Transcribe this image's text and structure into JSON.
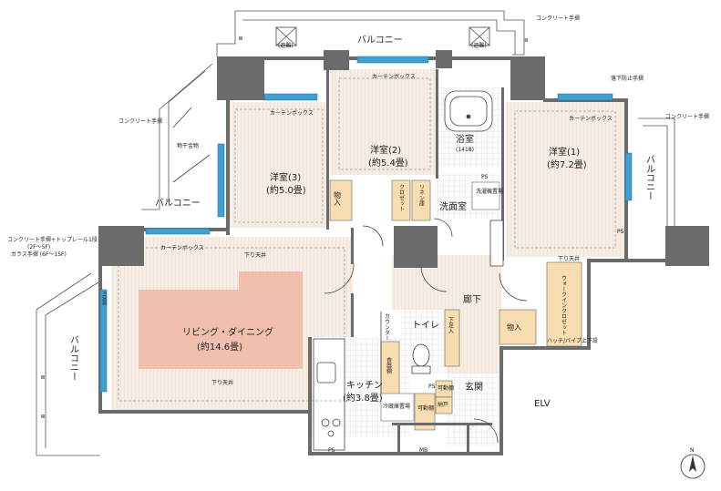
{
  "labels": {
    "balcony_top": "バルコニー",
    "balcony_left": "バルコニー",
    "balcony_right": "バルコニー",
    "balcony_west": "バルコニー",
    "room3_name": "洋室(3)",
    "room3_size": "(約5.0畳)",
    "room2_name": "洋室(2)",
    "room2_size": "(約5.4畳)",
    "room1_name": "洋室(1)",
    "room1_size": "(約7.2畳)",
    "bath_name": "浴室",
    "bath_size": "(1418)",
    "living_name": "リビング・ダイニング",
    "living_size": "(約14.6畳)",
    "kitchen_name": "キッチン",
    "kitchen_size": "(約3.8畳)",
    "washroom": "洗面室",
    "toilet": "トイレ",
    "corridor": "廊下",
    "entrance": "玄関",
    "elv": "ELV",
    "closet": "クロゼット",
    "linen": "リネン庫",
    "storage1": "物入",
    "storage2": "物入",
    "walkin": "ウォークインクロゼット",
    "laundry": "洗濯機置場",
    "counter": "カウンター",
    "pantry": "食器棚",
    "shoe": "下足入",
    "fridge": "冷蔵庫置場",
    "movable1": "可動棚",
    "movable2": "可動棚",
    "nato": "納戸",
    "ps1": "PS",
    "ps2": "PS",
    "ps3": "PS",
    "ps4": "PS",
    "mb": "MB",
    "fix": "FIX窓",
    "dryer": "物干金物",
    "hatch1": "(避難)",
    "hatch2": "(避難)",
    "conc1": "コンクリート手摺",
    "conc2": "コンクリート手摺",
    "conc3": "コンクリート手摺",
    "conc4a": "コンクリート手摺+トップレール1段",
    "conc4b": "(2F〜5F)",
    "conc4c": "ガラス手摺 (6F〜15F)",
    "fall": "落下防止手摺",
    "curtain": "カーテンボックス",
    "drop_ceiling": "下り天井",
    "hatch_pipe": "ハッチ/パイプ上下設",
    "north": "N"
  },
  "colors": {
    "wall": "#6b6b6b",
    "floor": "#f6ede4",
    "floor_line": "#e9dcd0",
    "living_highlight": "#f1b6a6",
    "storage": "#f7ddb0",
    "window": "#3fa0d3",
    "line": "#333333"
  }
}
